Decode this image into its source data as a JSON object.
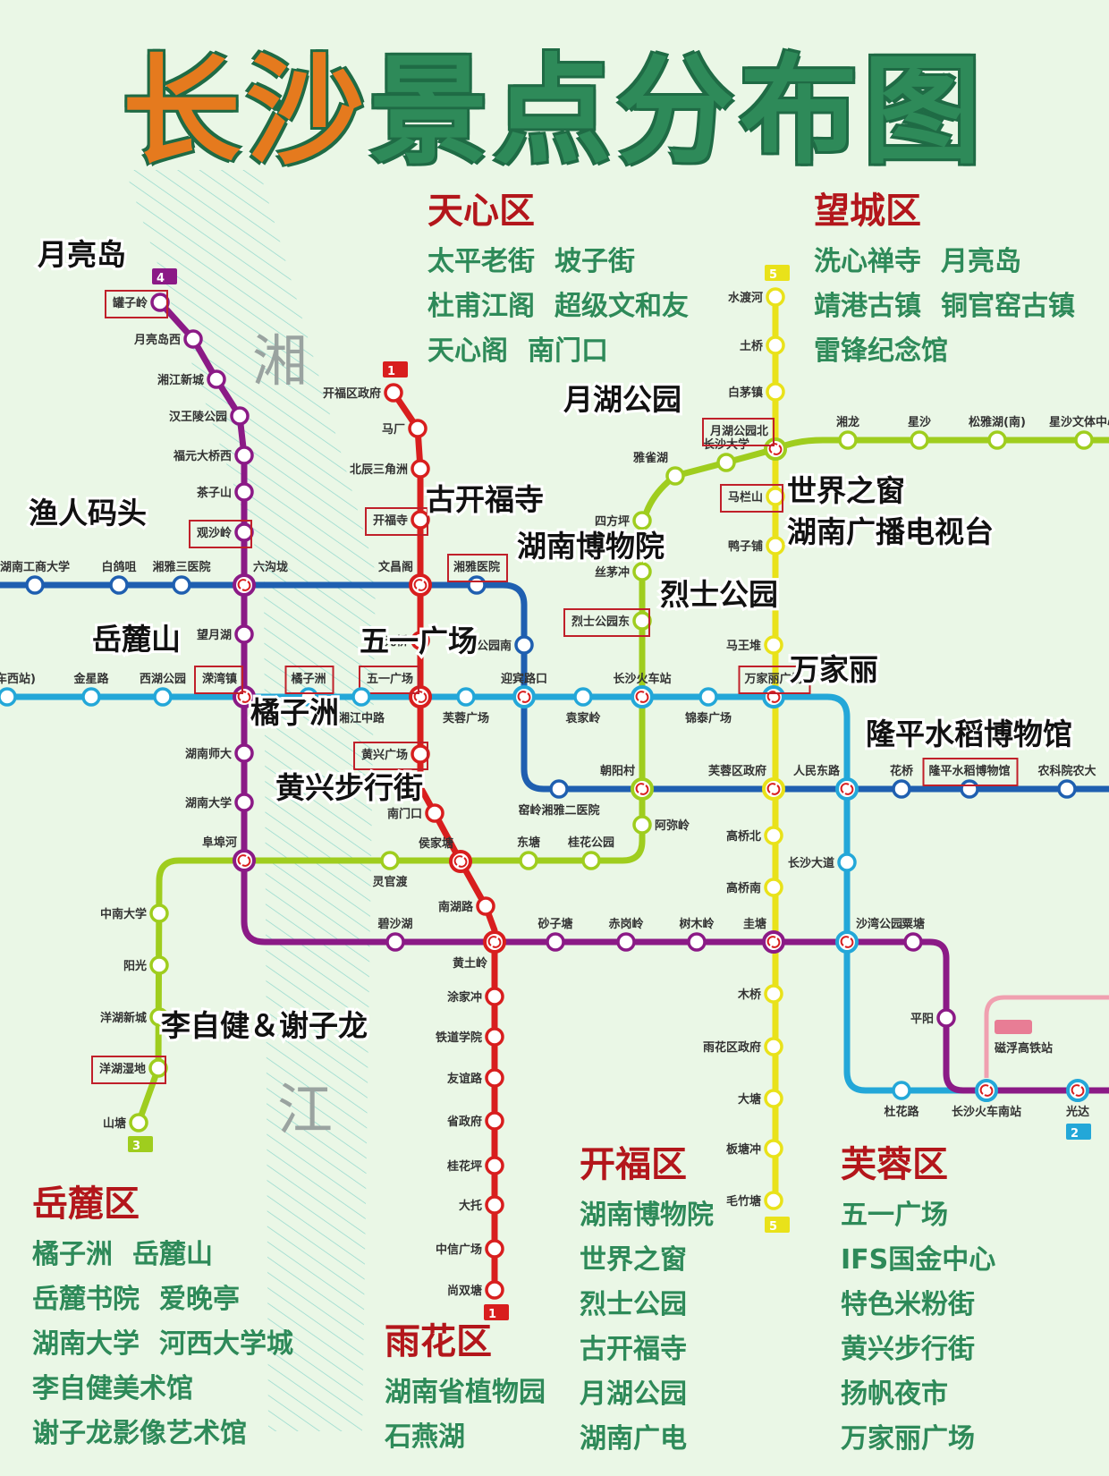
{
  "title": {
    "part1": "长沙",
    "part2": "景点分布图"
  },
  "colors": {
    "line1": "#d81e1e",
    "line2": "#23a7d8",
    "line3": "#9fcd1e",
    "line4": "#8b1a86",
    "line5": "#e9e21a",
    "line6": "#1f5fb0",
    "maglev": "#f0a0b0",
    "district_heading": "#b3161b",
    "district_item": "#2e8a59",
    "title_orange": "#e57a1e",
    "title_green": "#2e8a59",
    "background": "#eaf7e6"
  },
  "river": {
    "char1": "湘",
    "char2": "江"
  },
  "badges": {
    "line4": "4",
    "line1": "1",
    "line5": "5",
    "line3": "3",
    "line2": "2"
  },
  "districts": {
    "tianxin": {
      "name": "天心区",
      "rows": [
        [
          "太平老街",
          "坡子街"
        ],
        [
          "杜甫江阁",
          "超级文和友"
        ],
        [
          "天心阁",
          "南门口"
        ]
      ]
    },
    "wangcheng": {
      "name": "望城区",
      "rows": [
        [
          "洗心禅寺",
          "月亮岛"
        ],
        [
          "靖港古镇",
          "铜官窑古镇"
        ],
        [
          "雷锋纪念馆"
        ]
      ]
    },
    "yuelu": {
      "name": "岳麓区",
      "rows": [
        [
          "橘子洲",
          "岳麓山"
        ],
        [
          "岳麓书院",
          "爱晚亭"
        ],
        [
          "湖南大学",
          "河西大学城"
        ],
        [
          "李自健美术馆"
        ],
        [
          "谢子龙影像艺术馆"
        ]
      ]
    },
    "yuhua": {
      "name": "雨花区",
      "rows": [
        [
          "湖南省植物园"
        ],
        [
          "石燕湖"
        ]
      ]
    },
    "kaifu": {
      "name": "开福区",
      "rows": [
        [
          "湖南博物院"
        ],
        [
          "世界之窗"
        ],
        [
          "烈士公园"
        ],
        [
          "古开福寺"
        ],
        [
          "月湖公园"
        ],
        [
          "湖南广电"
        ]
      ]
    },
    "furong": {
      "name": "芙蓉区",
      "rows": [
        [
          "五一广场"
        ],
        [
          "IFS国金中心"
        ],
        [
          "特色米粉街"
        ],
        [
          "黄兴步行街"
        ],
        [
          "扬帆夜市"
        ],
        [
          "万家丽广场"
        ]
      ]
    }
  },
  "attractions": {
    "yueliangdao": "月亮岛",
    "yurenmatou": "渔人码头",
    "yuelushan": "岳麓山",
    "juzizhou": "橘子洲",
    "gukaifusi": "古开福寺",
    "hunanbowuyuan": "湖南博物院",
    "yuehugongyuan": "月湖公园",
    "shijiezhichuang": "世界之窗",
    "hunanguangdian": "湖南广播电视台",
    "lieshigongyuan": "烈士公园",
    "wuyiguangchang": "五一广场",
    "wanjiali": "万家丽",
    "longping": "隆平水稻博物馆",
    "huangxing": "黄兴步行街",
    "lizijian": "李自健＆谢子龙"
  },
  "stations": {
    "guanziling": "罐子岭",
    "yueliangdaoxi": "月亮岛西",
    "xiangjiangxincheng": "湘江新城",
    "hanwangling": "汉王陵公园",
    "fuyuandaqiaoxi": "福元大桥西",
    "chazishan": "茶子山",
    "guanshaling": "观沙岭",
    "liugoulong": "六沟垅",
    "wangyuehu": "望月湖",
    "yingwanzhen": "溁湾镇",
    "hunanshida": "湖南师大",
    "hunandaxue": "湖南大学",
    "fubuhe": "阜埠河",
    "bishahu": "碧沙湖",
    "huangtuling": "黄土岭",
    "shazitang": "砂子塘",
    "chiganling": "赤岗岭",
    "shumuling": "树木岭",
    "guitang": "圭塘",
    "shawangongyuan": "沙湾公园",
    "sutang": "粟塘",
    "pingyang": "平阳",
    "changshananzhan": "长沙火车南站",
    "guangda": "光达",
    "kaifuquzhengfu": "开福区政府",
    "machang": "马厂",
    "beichensanjiaozhou": "北辰三角洲",
    "kaifusi": "开福寺",
    "wenchangge": "文昌阁",
    "yuanqiao": "元桥",
    "wuyiguangchang": "五一广场",
    "huangxingguangchang": "黄兴广场",
    "nanmenkou": "南门口",
    "houjiatang": "侯家塘",
    "nanhulu": "南湖路",
    "tujiachong": "涂家冲",
    "tiedaoxueyuan": "铁道学院",
    "youyilu": "友谊路",
    "shengzhengfu": "省政府",
    "guihuaping": "桂花坪",
    "datuo": "大托",
    "zhongxinguangchang": "中信广场",
    "shangshuangtang": "尚双塘",
    "qichexizhan": "(汽车西站)",
    "jinxinglu": "金星路",
    "xihugongyuan": "西湖公园",
    "juzizhou": "橘子洲",
    "xiangjiangzhonglu": "湘江中路",
    "furongguangchang": "芙蓉广场",
    "yingbinlukou": "迎宾路口",
    "yuanjialing": "袁家岭",
    "changshahuochezhan": "长沙火车站",
    "jintaiguangchang": "锦泰广场",
    "wanjialiguangchang": "万家丽广场",
    "renmindonglu": "人民东路",
    "changshadadao": "长沙大道",
    "duhualu": "杜花路",
    "hunangongshang": "湖南工商大学",
    "baigeju": "白鸽咀",
    "xiangyasanyuan": "湘雅三医院",
    "xiangyayiyuan": "湘雅医院",
    "lieshigongyuannan": "烈士公园南",
    "yaoling": "窑岭湘雅二医院",
    "chaoyangcun": "朝阳村",
    "furongquzhengfu": "芙蓉区政府",
    "huaqiao": "花桥",
    "longpingshuidao": "隆平水稻博物馆",
    "nongkeyuan": "农科院农大",
    "shantang": "山塘",
    "yanghushidi": "洋湖湿地",
    "yanghuxincheng": "洋湖新城",
    "yangguang": "阳光",
    "zhongnandaxue": "中南大学",
    "lingguandu": "灵官渡",
    "dongtang": "东塘",
    "guihuagongyuan": "桂花公园",
    "amiling": "阿弥岭",
    "lieshigongyuandong": "烈士公园东",
    "simaochong": "丝茅冲",
    "sifangping": "四方坪",
    "yaquehu": "雅雀湖",
    "changshadaxue": "长沙大学",
    "yuehugongyuanbei": "月湖公园北",
    "xianglong": "湘龙",
    "xingsha": "星沙",
    "songyahunan": "松雅湖(南)",
    "xingshawenti": "星沙文体中心",
    "shuiduhe": "水渡河",
    "tuqiao": "土桥",
    "baimaozhen": "白茅镇",
    "malanshan": "马栏山",
    "yazipu": "鸭子铺",
    "mawangdui": "马王堆",
    "gaoqiaobei": "高桥北",
    "gaoqiaonan": "高桥南",
    "muqiao": "木桥",
    "yuhuaquzhengfu": "雨花区政府",
    "datang": "大塘",
    "bantangchong": "板塘冲",
    "maozhutang": "毛竹塘",
    "cifugaotiezhan": "磁浮高铁站"
  }
}
